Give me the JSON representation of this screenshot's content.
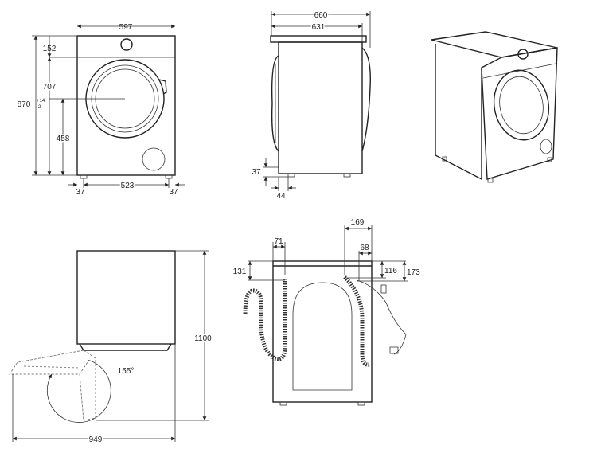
{
  "front_view": {
    "width": "597",
    "top_panel": "152",
    "door_top": "707",
    "height": "870",
    "height_tol_plus": "+14",
    "height_tol_minus": "-2",
    "door_center": "458",
    "foot_left": "37",
    "foot_span": "523",
    "foot_right": "37"
  },
  "side_view": {
    "depth_total": "660",
    "depth_body": "631",
    "foot_height": "37",
    "foot_offset": "44"
  },
  "top_view": {
    "door_open_depth": "1100",
    "door_angle": "155°",
    "total_depth": "949"
  },
  "rear_view": {
    "drain_offset": "169",
    "inlet_offset": "71",
    "cable_offset": "68",
    "inlet_height": "131",
    "drain_height": "116",
    "cable_height": "173"
  }
}
